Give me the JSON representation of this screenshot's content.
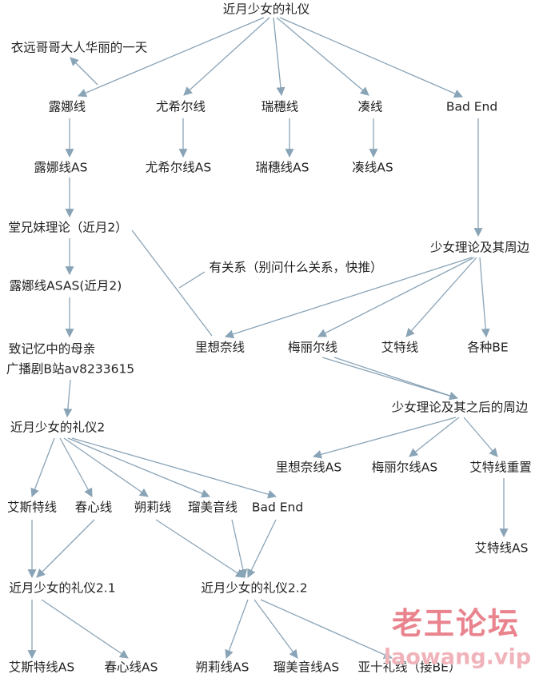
{
  "game1": {
    "title": "近月少女的礼仪",
    "side_story": "衣远哥哥大人华丽的一天",
    "routes": [
      {
        "label": "露娜线",
        "as": "露娜线AS"
      },
      {
        "label": "尤希尔线",
        "as": "尤希尔线AS"
      },
      {
        "label": "瑞穗线",
        "as": "瑞穗线AS"
      },
      {
        "label": "凑线",
        "as": "凑线AS"
      },
      {
        "label": "Bad End"
      }
    ]
  },
  "luna_sequel": {
    "cousin_theory": "堂兄妹理论（近月2）",
    "relation_note": "有关系（别问什么关系，快推）",
    "asas": "露娜线ASAS(近月2)",
    "mother": "致记忆中的母亲",
    "drama": "广播剧B站av8233615"
  },
  "otome_theory": {
    "title": "少女理论及其周边",
    "routes": [
      "里想奈线",
      "梅丽尔线",
      "艾特线",
      "各种BE"
    ],
    "after": {
      "title": "少女理论及其之后的周边",
      "routes": [
        "里想奈线AS",
        "梅丽尔线AS",
        "艾特线重置"
      ],
      "reset_as": "艾特线AS"
    }
  },
  "game2": {
    "title": "近月少女的礼仪2",
    "routes": [
      "艾斯特线",
      "春心线",
      "朔莉线",
      "瑠美音线",
      "Bad End"
    ],
    "v2_1": {
      "title": "近月少女的礼仪2.1",
      "routes": [
        "艾斯特线AS",
        "春心线AS"
      ]
    },
    "v2_2": {
      "title": "近月少女的礼仪2.2",
      "routes": [
        "朔莉线AS",
        "瑠美音线AS",
        "亚十礼线（接BE）"
      ]
    }
  },
  "watermark": {
    "name": "老王论坛",
    "url": "laowang.vip"
  },
  "colors": {
    "background": "#ffffff",
    "text": "#222222",
    "line": "#8aa4b7",
    "watermark_name": "#e9838d",
    "watermark_url": "#f1b3ba"
  }
}
